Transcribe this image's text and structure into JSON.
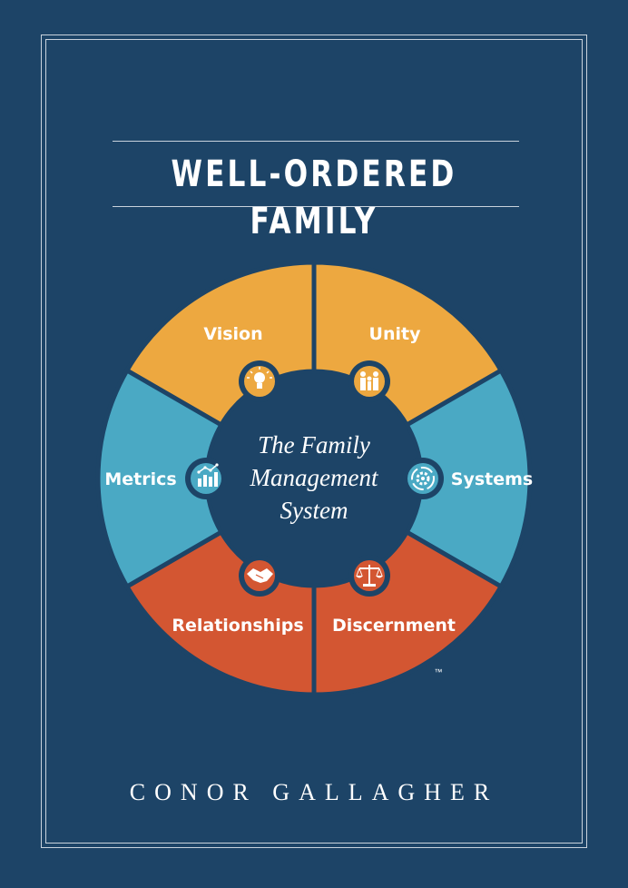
{
  "cover": {
    "title": "WELL-ORDERED FAMILY",
    "author": "CONOR GALLAGHER"
  },
  "wheel": {
    "center_line_1": "The Family",
    "center_line_2": "Management",
    "center_line_3": "System",
    "trademark": "™",
    "segments": [
      {
        "label": "Vision",
        "icon": "lightbulb-icon",
        "color": "#eda840"
      },
      {
        "label": "Unity",
        "icon": "family-icon",
        "color": "#eda840"
      },
      {
        "label": "Systems",
        "icon": "gear-cycle-icon",
        "color": "#4aa9c4"
      },
      {
        "label": "Discernment",
        "icon": "scales-icon",
        "color": "#d35632"
      },
      {
        "label": "Relationships",
        "icon": "handshake-icon",
        "color": "#d35632"
      },
      {
        "label": "Metrics",
        "icon": "bar-chart-icon",
        "color": "#4aa9c4"
      }
    ]
  },
  "colors": {
    "background": "#1d4467",
    "gold": "#eda840",
    "teal": "#4aa9c4",
    "orange": "#d35632",
    "frame": "#c9d3dd"
  }
}
